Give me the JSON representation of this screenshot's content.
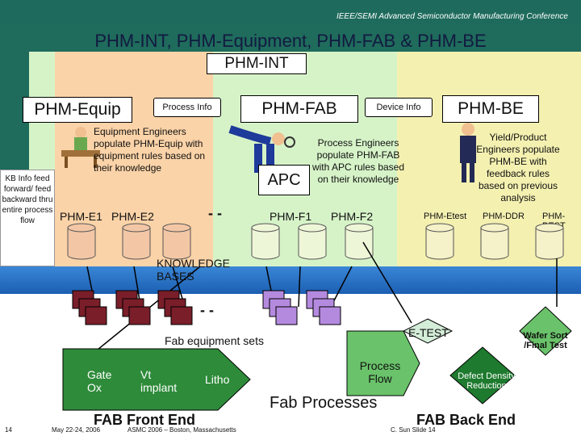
{
  "header": {
    "conference": "IEEE/SEMI Advanced Semiconductor Manufacturing Conference"
  },
  "slide": {
    "title": "PHM-INT, PHM-Equipment, PHM-FAB & PHM-BE",
    "int_label": "PHM-INT",
    "equip_label": "PHM-Equip",
    "fab_label": "PHM-FAB",
    "be_label": "PHM-BE",
    "process_info": "Process Info",
    "device_info": "Device Info",
    "apc": "APC",
    "equip_desc": "Equipment Engineers populate PHM-Equip with equipment rules based on their knowledge",
    "fab_desc": "Process Engineers populate PHM-FAB with APC rules based on their knowledge",
    "be_desc": "Yield/Product Engineers populate PHM-BE with feedback rules based on previous analysis",
    "kb_info": "KB Info feed forward/ feed backward thru entire process flow",
    "phm_e1": "PHM-E1",
    "phm_e2": "PHM-E2",
    "phm_f1": "PHM-F1",
    "phm_f2": "PHM-F2",
    "phm_etest": "PHM-Etest",
    "phm_ddr": "PHM-DDR",
    "phm_best": "PHM-BEST",
    "knowledge_bases": "KNOWLEDGE BASES",
    "fab_equipment_sets": "Fab equipment sets",
    "gate_ox": "Gate Ox",
    "vt_implant": "Vt implant",
    "litho": "Litho",
    "process_flow": "Process Flow",
    "e_test": "E-TEST",
    "wafer_sort": "Wafer Sort /Final Test",
    "defect_density": "Defect Density Reduction",
    "fab_front_end": "FAB Front End",
    "fab_processes": "Fab Processes",
    "fab_back_end": "FAB Back End",
    "dashes1": "- -",
    "dashes2": "- -"
  },
  "footer": {
    "page": "14",
    "date": "May 22-24, 2006",
    "venue": "ASMC 2006 – Boston, Massachusetts",
    "author": "C. Sun Slide 14"
  },
  "colors": {
    "green_band": "#d6f3c8",
    "orange_band": "#fbd3a8",
    "yellow_band": "#f4f0b0",
    "blue_bar": "#1c5fb2",
    "header": "#1e6b5d"
  }
}
